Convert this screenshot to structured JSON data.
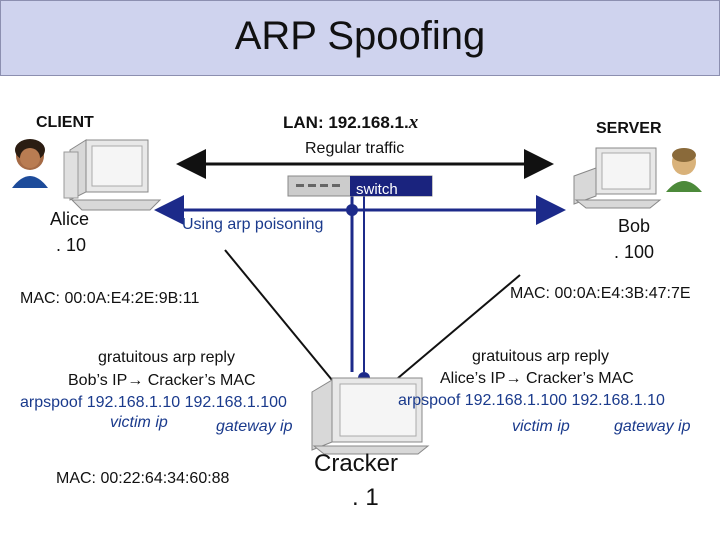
{
  "title": "ARP Spoofing",
  "lan_label": "LAN: 192.168.1.",
  "lan_suffix": "x",
  "regular_traffic": "Regular traffic",
  "switch_label": "switch",
  "poisoning_label": "Using arp poisoning",
  "client": {
    "role": "CLIENT",
    "name": "Alice",
    "ip_suffix": ". 10",
    "mac": "MAC: 00:0A:E4:2E:9B:11"
  },
  "server": {
    "role": "SERVER",
    "name": "Bob",
    "ip_suffix": ". 100",
    "mac": "MAC: 00:0A:E4:3B:47:7E"
  },
  "cracker": {
    "name": "Cracker",
    "ip_suffix": ". 1",
    "mac": "MAC: 00:22:64:34:60:88"
  },
  "left_reply": {
    "line1": "gratuitous arp reply",
    "line2": "Bob’s IP→ Cracker’s MAC",
    "command": "arpspoof 192.168.1.10  192.168.1.100",
    "victim": "victim ip",
    "gateway": "gateway ip"
  },
  "right_reply": {
    "line1": "gratuitous arp reply",
    "line2": "Alice’s IP→ Cracker’s MAC",
    "command": "arpspoof 192.168.1.100  192.168.1.10",
    "victim": "victim ip",
    "gateway": "gateway ip"
  },
  "colors": {
    "title_bar": "#cfd3ee",
    "link_blue": "#1a3a8c",
    "arrow": "#1c2a8a"
  }
}
